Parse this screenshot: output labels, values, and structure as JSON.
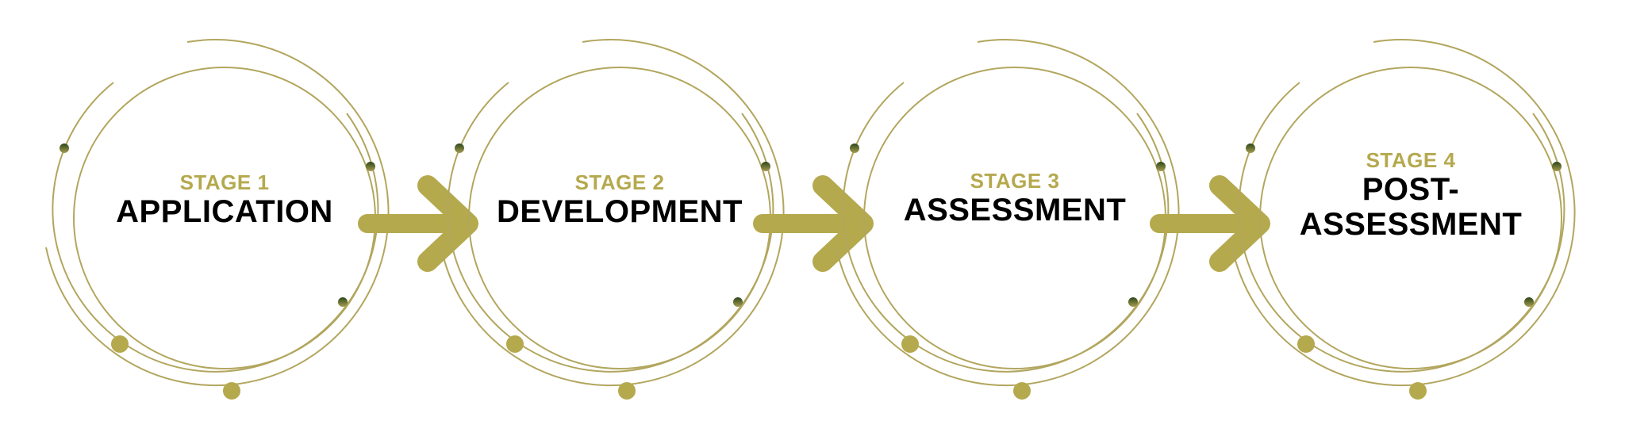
{
  "colors": {
    "gold": "#b5a94e",
    "line": "#b2a65e",
    "dark_dot_top": "#2f4a1c",
    "dark_dot_bottom": "#a29a4e",
    "text_dark": "#000000"
  },
  "stages": [
    {
      "number": "STAGE 1",
      "name_line1": "APPLICATION",
      "name_line2": ""
    },
    {
      "number": "STAGE 2",
      "name_line1": "DEVELOPMENT",
      "name_line2": ""
    },
    {
      "number": "STAGE 3",
      "name_line1": "ASSESSMENT",
      "name_line2": ""
    },
    {
      "number": "STAGE 4",
      "name_line1": "POST-",
      "name_line2": "ASSESSMENT"
    }
  ],
  "connectors": [
    {
      "from": "STAGE 1",
      "to": "STAGE 2",
      "icon": "arrow-right-icon"
    },
    {
      "from": "STAGE 2",
      "to": "STAGE 3",
      "icon": "arrow-right-icon"
    },
    {
      "from": "STAGE 3",
      "to": "STAGE 4",
      "icon": "arrow-right-icon"
    }
  ]
}
